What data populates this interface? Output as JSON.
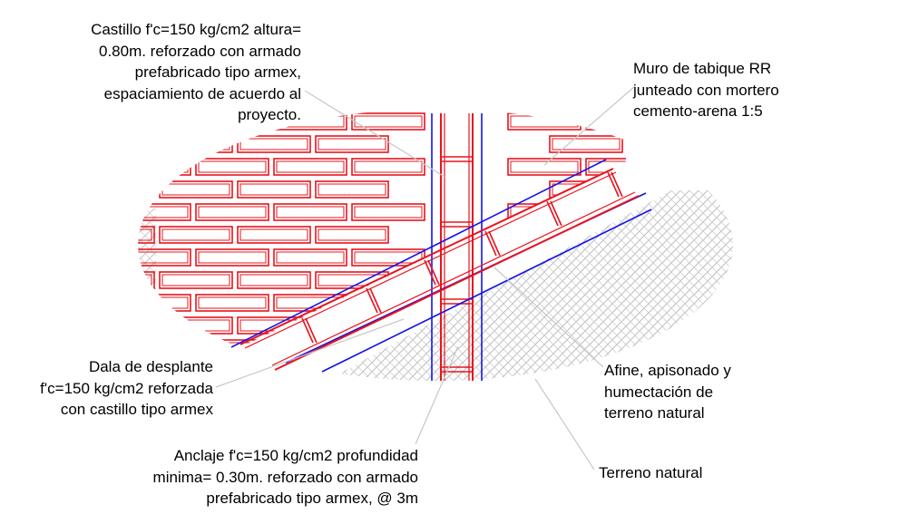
{
  "labels": {
    "castillo": [
      "Castillo f'c=150 kg/cm2  altura=",
      "0.80m. reforzado con armado",
      "prefabricado tipo armex,",
      "espaciamiento de acuerdo al",
      "proyecto."
    ],
    "muro": [
      "Muro de tabique RR",
      "junteado con mortero",
      "cemento-arena 1:5"
    ],
    "dala": [
      "Dala de desplante",
      "f'c=150 kg/cm2 reforzada",
      "con castillo tipo armex"
    ],
    "afine": [
      "Afine, apisonado y",
      "humectación de",
      "terreno natural"
    ],
    "terreno": [
      "Terreno natural"
    ],
    "anclaje": [
      "Anclaje f'c=150 kg/cm2  profundidad",
      "minima= 0.30m. reforzado con armado",
      "prefabricado tipo armex, @ 3m"
    ]
  },
  "colors": {
    "brick": "#e8141e",
    "steel": "#1414e6",
    "soil": "#c8c8c8",
    "leader": "#c8c8c8",
    "text": "#000000"
  }
}
